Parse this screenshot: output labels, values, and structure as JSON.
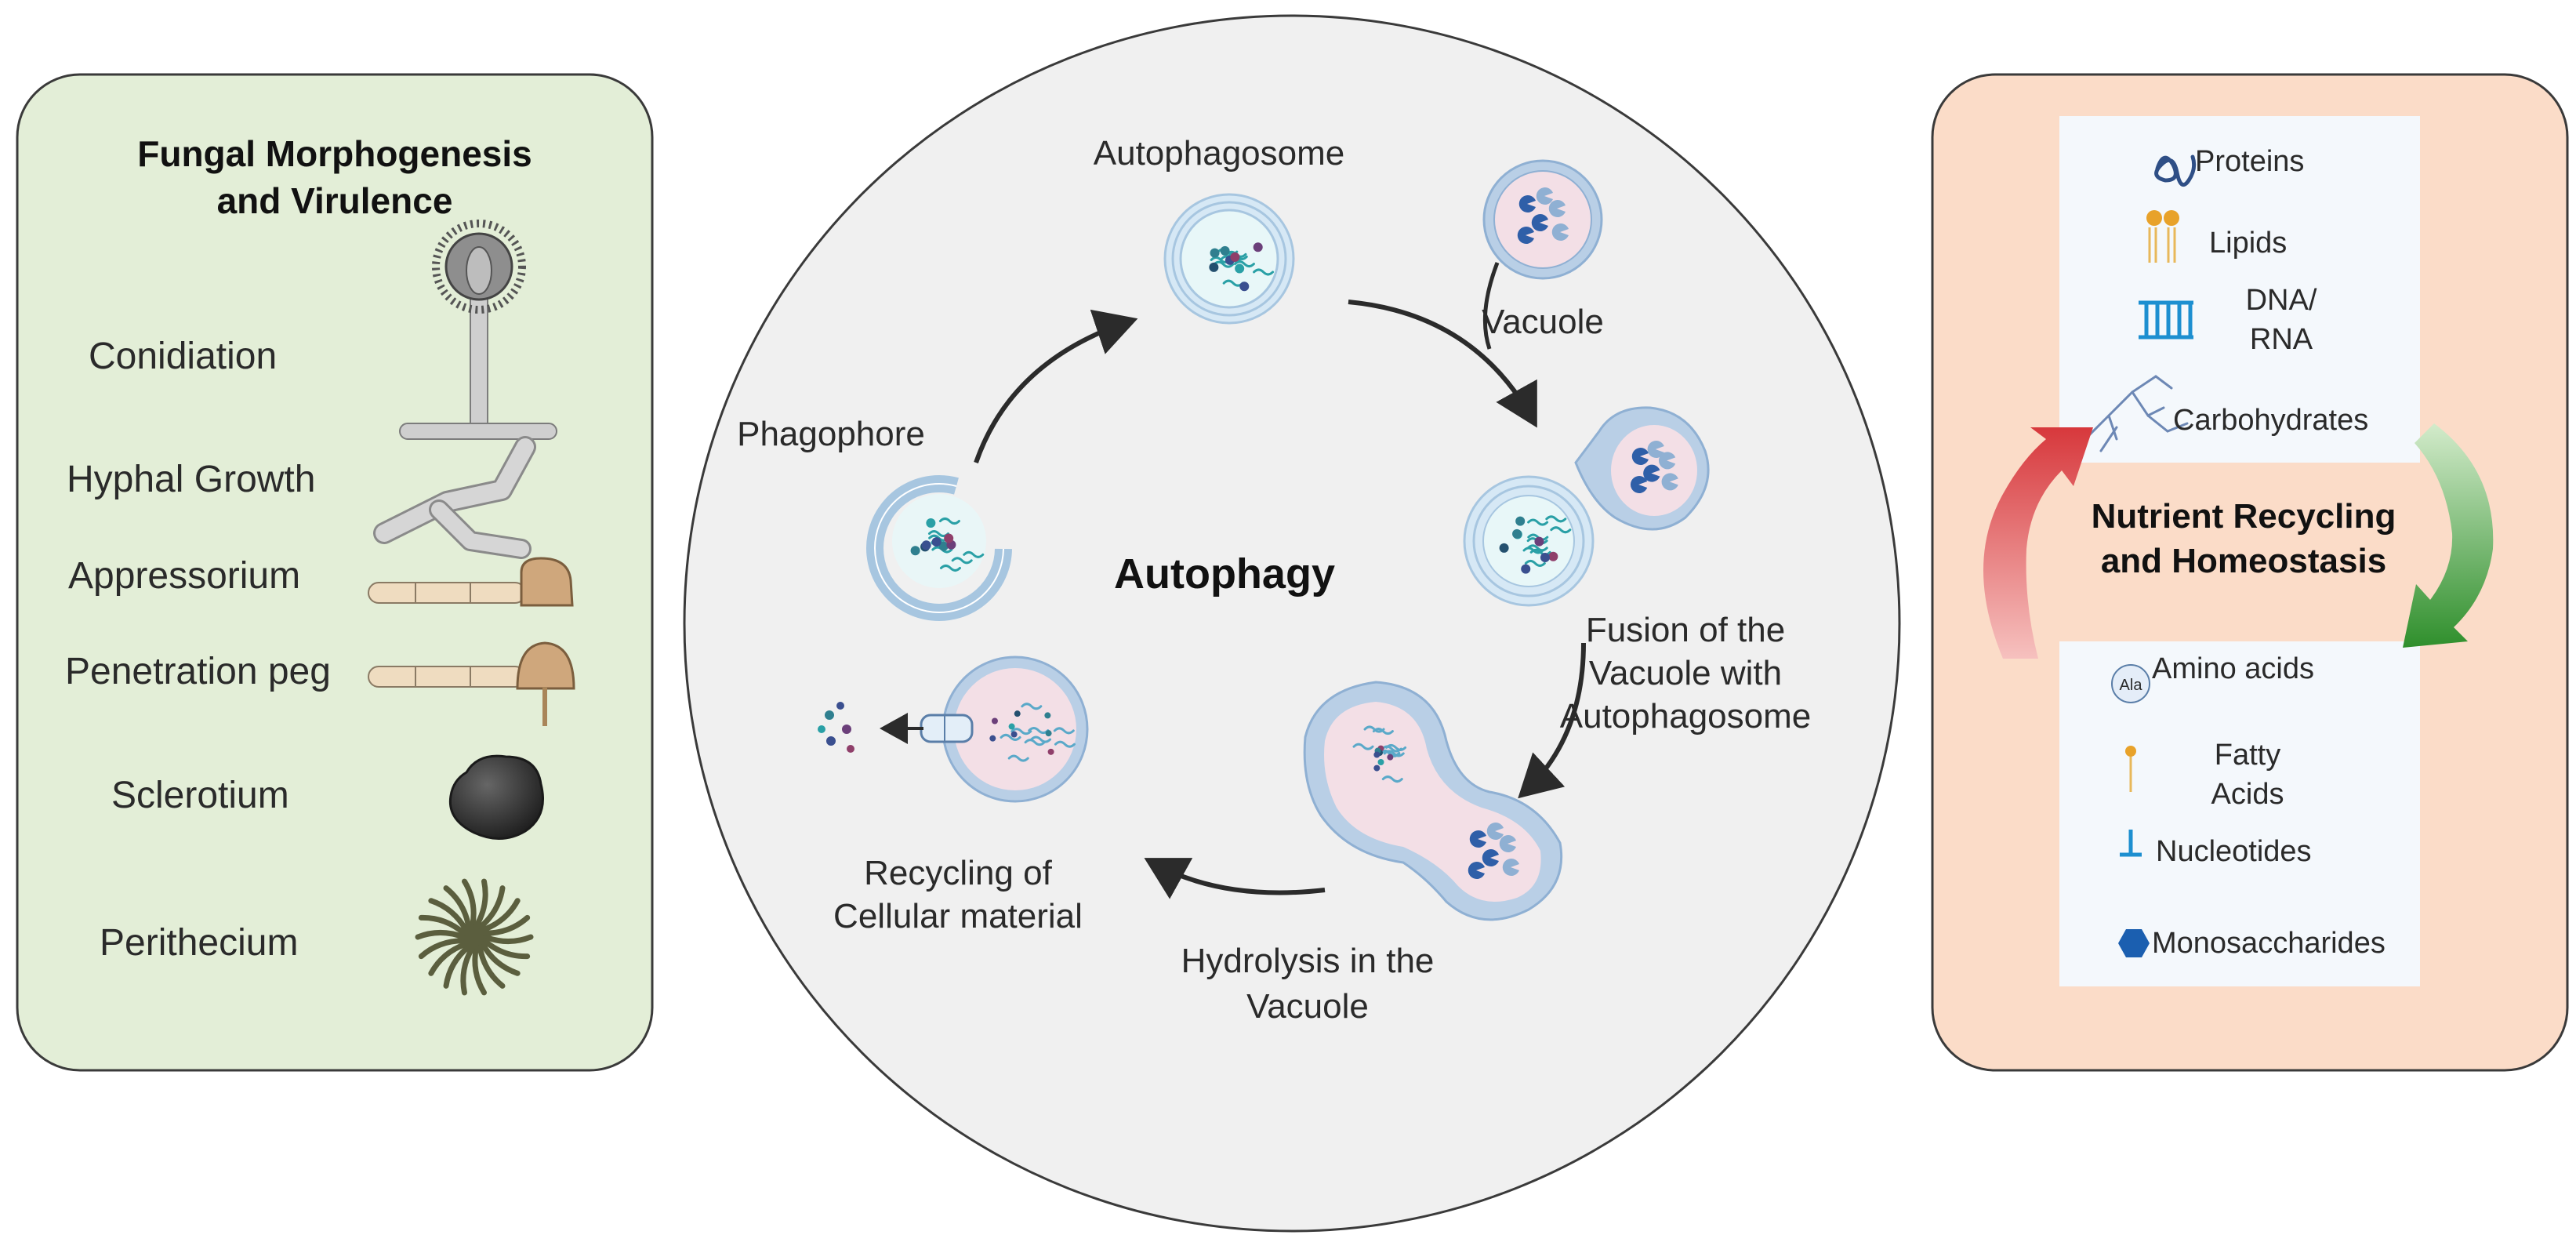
{
  "left_panel": {
    "title_line1": "Fungal Morphogenesis",
    "title_line2": "and Virulence",
    "items": [
      {
        "label": "Conidiation",
        "icon": "conidiophore-icon"
      },
      {
        "label": "Hyphal Growth",
        "icon": "hyphae-icon"
      },
      {
        "label": "Appressorium",
        "icon": "appressorium-icon"
      },
      {
        "label": "Penetration peg",
        "icon": "penetration-peg-icon"
      },
      {
        "label": "Sclerotium",
        "icon": "sclerotium-icon"
      },
      {
        "label": "Perithecium",
        "icon": "perithecium-icon"
      }
    ]
  },
  "center": {
    "title": "Autophagy",
    "autophagosome": "Autophagosome",
    "vacuole": "Vacuole",
    "phagophore": "Phagophore",
    "fusion_line1": "Fusion of the",
    "fusion_line2": "Vacuole with",
    "fusion_line3": "Autophagosome",
    "hydrolysis_line1": "Hydrolysis in the",
    "hydrolysis_line2": "Vacuole",
    "recycling_line1": "Recycling of",
    "recycling_line2": "Cellular material"
  },
  "right_panel": {
    "title_line1": "Nutrient Recycling",
    "title_line2": "and Homeostasis",
    "macromolecules": {
      "proteins": "Proteins",
      "lipids": "Lipids",
      "dna_line1": "DNA/",
      "dna_line2": "RNA",
      "carbohydrates": "Carbohydrates"
    },
    "monomers": {
      "ala_badge": "Ala",
      "amino_acids": "Amino acids",
      "fatty_line1": "Fatty",
      "fatty_line2": "Acids",
      "nucleotides": "Nucleotides",
      "monosaccharides": "Monosaccharides"
    }
  },
  "colors": {
    "left_panel_bg": "#e3eed7",
    "right_panel_bg": "#fbdcc8",
    "circle_bg": "#f0f0f0",
    "vesicle_blue": "#b7d2e8",
    "vacuole_pink": "#f3dfe6",
    "arrow_red": "#d9464a",
    "arrow_green": "#3f9c3b"
  }
}
